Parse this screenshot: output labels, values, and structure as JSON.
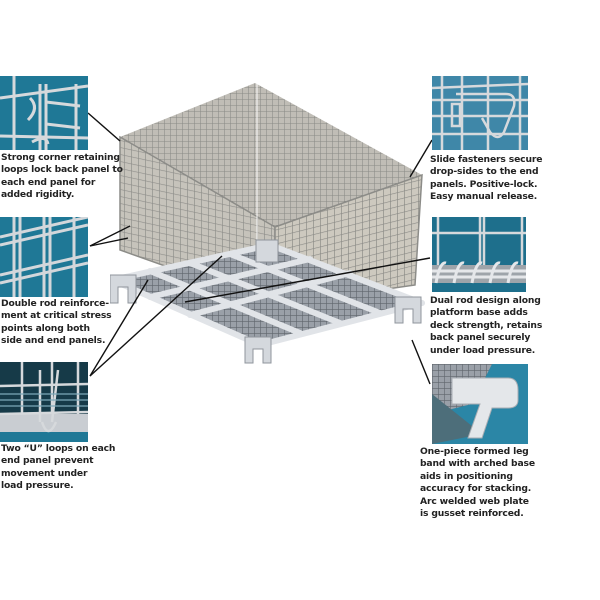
{
  "colors": {
    "thumb_bg": "#1f7896",
    "wire": "#c9ccd0",
    "wire_dark": "#7f8489",
    "crate_mesh": "#9a9a94",
    "crate_fill": "#cfcbc2",
    "base": "#d8dbe0",
    "text": "#222222",
    "callout_line": "#111111"
  },
  "features": [
    {
      "id": "corner-retaining-loops",
      "side": "left",
      "image": "corner-loop-closeup",
      "caption": "Strong corner retaining\nloops lock back panel to\neach end panel for\nadded rigidity."
    },
    {
      "id": "double-rod-reinforcement",
      "side": "left",
      "image": "double-rod-closeup",
      "caption": "Double rod reinforce-\nment at critical stress\npoints along both\nside and end panels."
    },
    {
      "id": "u-loops",
      "side": "left",
      "image": "u-loop-closeup",
      "caption": "Two “U” loops on each\nend panel prevent\nmovement under\nload pressure."
    },
    {
      "id": "slide-fasteners",
      "side": "right",
      "image": "slide-fastener-closeup",
      "caption": "Slide fasteners secure\ndrop-sides to the end\npanels.  Positive-lock.\nEasy manual release."
    },
    {
      "id": "dual-rod-platform",
      "side": "right",
      "image": "dual-rod-platform-closeup",
      "caption": "Dual rod design along\nplatform base adds\ndeck strength, retains\nback panel securely\nunder load pressure."
    },
    {
      "id": "formed-leg-band",
      "side": "right",
      "image": "leg-band-closeup",
      "caption": "One-piece formed leg\nband with arched base\naids in positioning\naccuracy for stacking.\nArc welded web plate\nis gusset reinforced."
    }
  ],
  "main_image": "collapsible-wire-mesh-container"
}
